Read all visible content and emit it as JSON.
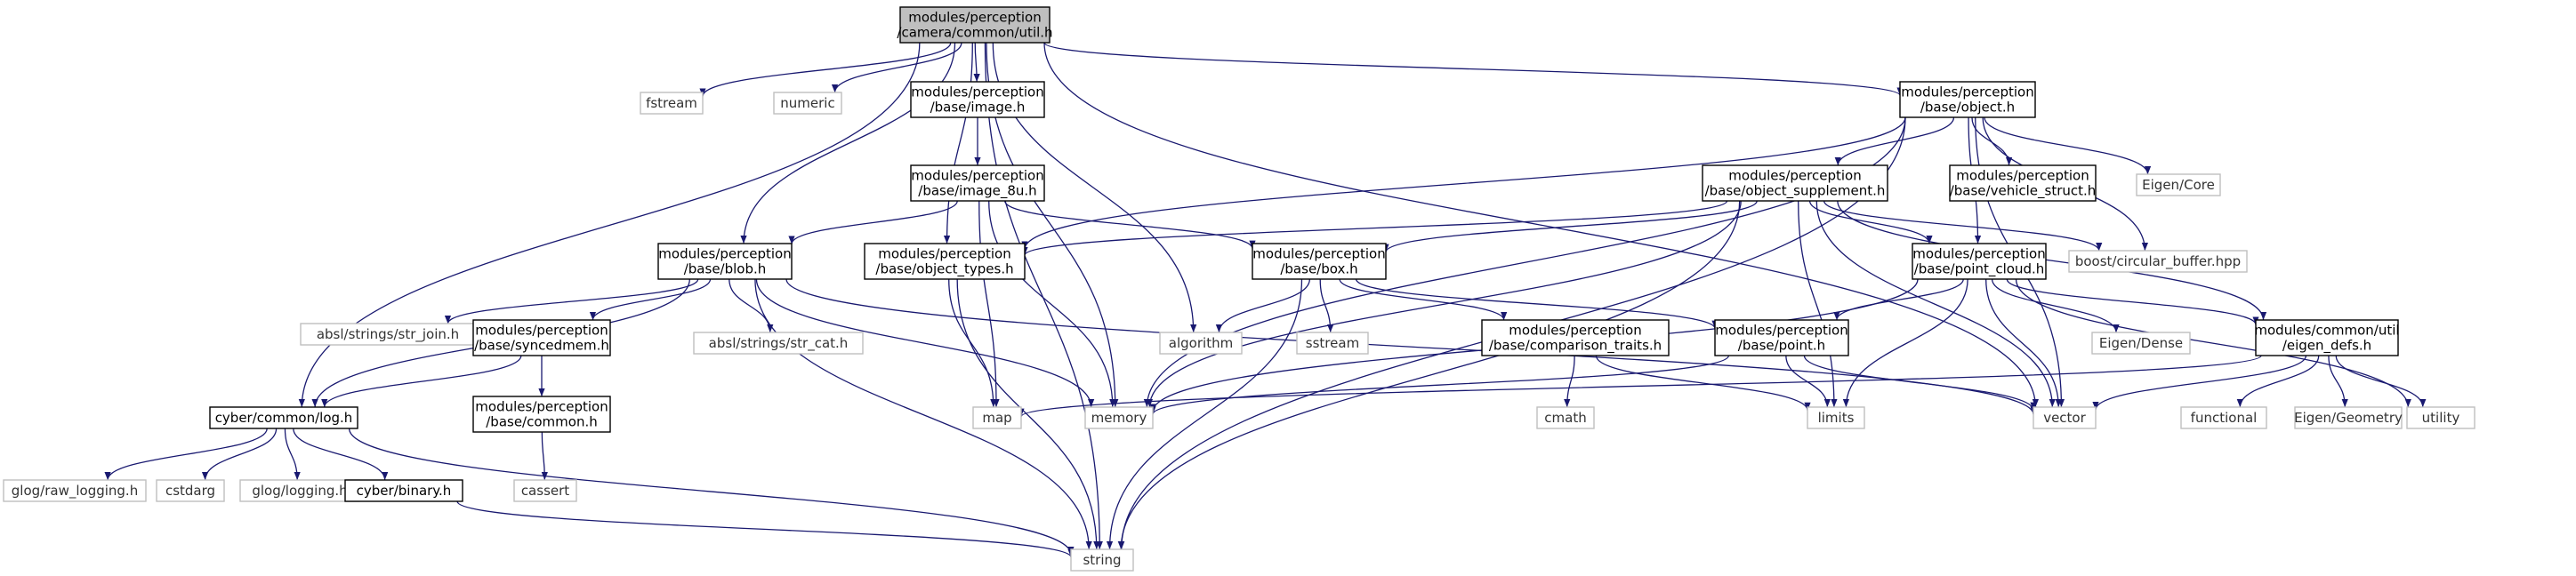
{
  "colors": {
    "edge": "#191970",
    "root_fill": "#bfbfbf",
    "node_border": "#000000",
    "system_border": "#bfbfbf",
    "background": "#ffffff"
  },
  "nodes": [
    {
      "id": "util",
      "lines": [
        "modules/perception",
        "/camera/common/util.h"
      ],
      "kind": "root"
    },
    {
      "id": "fstream",
      "lines": [
        "fstream"
      ],
      "kind": "system"
    },
    {
      "id": "numeric",
      "lines": [
        "numeric"
      ],
      "kind": "system"
    },
    {
      "id": "image",
      "lines": [
        "modules/perception",
        "/base/image.h"
      ],
      "kind": "local"
    },
    {
      "id": "object",
      "lines": [
        "modules/perception",
        "/base/object.h"
      ],
      "kind": "local"
    },
    {
      "id": "image8u",
      "lines": [
        "modules/perception",
        "/base/image_8u.h"
      ],
      "kind": "local"
    },
    {
      "id": "objsupp",
      "lines": [
        "modules/perception",
        "/base/object_supplement.h"
      ],
      "kind": "local"
    },
    {
      "id": "vehicle",
      "lines": [
        "modules/perception",
        "/base/vehicle_struct.h"
      ],
      "kind": "local"
    },
    {
      "id": "eigencore",
      "lines": [
        "Eigen/Core"
      ],
      "kind": "system"
    },
    {
      "id": "circbuf",
      "lines": [
        "boost/circular_buffer.hpp"
      ],
      "kind": "system"
    },
    {
      "id": "blob",
      "lines": [
        "modules/perception",
        "/base/blob.h"
      ],
      "kind": "local"
    },
    {
      "id": "objtypes",
      "lines": [
        "modules/perception",
        "/base/object_types.h"
      ],
      "kind": "local"
    },
    {
      "id": "box",
      "lines": [
        "modules/perception",
        "/base/box.h"
      ],
      "kind": "local"
    },
    {
      "id": "pointcloud",
      "lines": [
        "modules/perception",
        "/base/point_cloud.h"
      ],
      "kind": "local"
    },
    {
      "id": "strjoin",
      "lines": [
        "absl/strings/str_join.h"
      ],
      "kind": "system"
    },
    {
      "id": "strcat",
      "lines": [
        "absl/strings/str_cat.h"
      ],
      "kind": "system"
    },
    {
      "id": "syncedmem",
      "lines": [
        "modules/perception",
        "/base/syncedmem.h"
      ],
      "kind": "local"
    },
    {
      "id": "algorithm",
      "lines": [
        "algorithm"
      ],
      "kind": "system"
    },
    {
      "id": "sstream",
      "lines": [
        "sstream"
      ],
      "kind": "system"
    },
    {
      "id": "comptraits",
      "lines": [
        "modules/perception",
        "/base/comparison_traits.h"
      ],
      "kind": "local"
    },
    {
      "id": "point",
      "lines": [
        "modules/perception",
        "/base/point.h"
      ],
      "kind": "local"
    },
    {
      "id": "eigendense",
      "lines": [
        "Eigen/Dense"
      ],
      "kind": "system"
    },
    {
      "id": "eigendefs",
      "lines": [
        "modules/common/util",
        "/eigen_defs.h"
      ],
      "kind": "local"
    },
    {
      "id": "log",
      "lines": [
        "cyber/common/log.h"
      ],
      "kind": "local"
    },
    {
      "id": "common",
      "lines": [
        "modules/perception",
        "/base/common.h"
      ],
      "kind": "local"
    },
    {
      "id": "map",
      "lines": [
        "map"
      ],
      "kind": "system"
    },
    {
      "id": "memory",
      "lines": [
        "memory"
      ],
      "kind": "system"
    },
    {
      "id": "cmath",
      "lines": [
        "cmath"
      ],
      "kind": "system"
    },
    {
      "id": "limits",
      "lines": [
        "limits"
      ],
      "kind": "system"
    },
    {
      "id": "vector",
      "lines": [
        "vector"
      ],
      "kind": "system"
    },
    {
      "id": "functional",
      "lines": [
        "functional"
      ],
      "kind": "system"
    },
    {
      "id": "eigengeom",
      "lines": [
        "Eigen/Geometry"
      ],
      "kind": "system"
    },
    {
      "id": "utility",
      "lines": [
        "utility"
      ],
      "kind": "system"
    },
    {
      "id": "cassert",
      "lines": [
        "cassert"
      ],
      "kind": "system"
    },
    {
      "id": "rawlog",
      "lines": [
        "glog/raw_logging.h"
      ],
      "kind": "system"
    },
    {
      "id": "cstdarg",
      "lines": [
        "cstdarg"
      ],
      "kind": "system"
    },
    {
      "id": "glog",
      "lines": [
        "glog/logging.h"
      ],
      "kind": "system"
    },
    {
      "id": "binary",
      "lines": [
        "cyber/binary.h"
      ],
      "kind": "local"
    },
    {
      "id": "string",
      "lines": [
        "string"
      ],
      "kind": "system"
    }
  ],
  "edges": [
    [
      "util",
      "fstream"
    ],
    [
      "util",
      "numeric"
    ],
    [
      "util",
      "image"
    ],
    [
      "util",
      "object"
    ],
    [
      "util",
      "blob"
    ],
    [
      "util",
      "objtypes"
    ],
    [
      "util",
      "algorithm"
    ],
    [
      "util",
      "memory"
    ],
    [
      "util",
      "vector"
    ],
    [
      "util",
      "string"
    ],
    [
      "util",
      "log"
    ],
    [
      "image",
      "image8u"
    ],
    [
      "image8u",
      "blob"
    ],
    [
      "image8u",
      "box"
    ],
    [
      "image8u",
      "map"
    ],
    [
      "image8u",
      "memory"
    ],
    [
      "object",
      "objsupp"
    ],
    [
      "object",
      "vehicle"
    ],
    [
      "object",
      "eigencore"
    ],
    [
      "object",
      "circbuf"
    ],
    [
      "object",
      "pointcloud"
    ],
    [
      "object",
      "objtypes"
    ],
    [
      "object",
      "memory"
    ],
    [
      "object",
      "vector"
    ],
    [
      "object",
      "string"
    ],
    [
      "objsupp",
      "objtypes"
    ],
    [
      "objsupp",
      "box"
    ],
    [
      "objsupp",
      "pointcloud"
    ],
    [
      "objsupp",
      "circbuf"
    ],
    [
      "objsupp",
      "eigendefs"
    ],
    [
      "objsupp",
      "memory"
    ],
    [
      "objsupp",
      "limits"
    ],
    [
      "objsupp",
      "vector"
    ],
    [
      "objsupp",
      "string"
    ],
    [
      "blob",
      "strjoin"
    ],
    [
      "blob",
      "strcat"
    ],
    [
      "blob",
      "syncedmem"
    ],
    [
      "blob",
      "log"
    ],
    [
      "blob",
      "vector"
    ],
    [
      "blob",
      "string"
    ],
    [
      "blob",
      "memory"
    ],
    [
      "objtypes",
      "map"
    ],
    [
      "objtypes",
      "string"
    ],
    [
      "box",
      "algorithm"
    ],
    [
      "box",
      "sstream"
    ],
    [
      "box",
      "comptraits"
    ],
    [
      "box",
      "point"
    ],
    [
      "box",
      "string"
    ],
    [
      "pointcloud",
      "point"
    ],
    [
      "pointcloud",
      "eigendense"
    ],
    [
      "pointcloud",
      "eigendefs"
    ],
    [
      "pointcloud",
      "utility"
    ],
    [
      "pointcloud",
      "vector"
    ],
    [
      "pointcloud",
      "limits"
    ],
    [
      "pointcloud",
      "memory"
    ],
    [
      "syncedmem",
      "common"
    ],
    [
      "syncedmem",
      "log"
    ],
    [
      "comptraits",
      "cmath"
    ],
    [
      "comptraits",
      "limits"
    ],
    [
      "point",
      "memory"
    ],
    [
      "point",
      "limits"
    ],
    [
      "point",
      "vector"
    ],
    [
      "eigendefs",
      "map"
    ],
    [
      "eigendefs",
      "vector"
    ],
    [
      "eigendefs",
      "functional"
    ],
    [
      "eigendefs",
      "eigengeom"
    ],
    [
      "eigendefs",
      "utility"
    ],
    [
      "common",
      "cassert"
    ],
    [
      "log",
      "rawlog"
    ],
    [
      "log",
      "cstdarg"
    ],
    [
      "log",
      "glog"
    ],
    [
      "log",
      "binary"
    ],
    [
      "log",
      "string"
    ],
    [
      "binary",
      "string"
    ]
  ]
}
